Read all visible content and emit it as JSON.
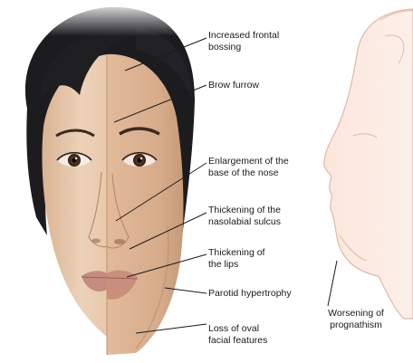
{
  "labels": [
    "Increased frontal\nbossing",
    "Brow furrow",
    "Enlargement of the\nbase of the nose",
    "Thickening of the\nnasolabial sulcus",
    "Thickening of\nthe lips",
    "Parotid hypertrophy",
    "Loss of oval\nfacial features"
  ],
  "side_label": "Worsening of\nprognathism",
  "colors": {
    "hair": "#1c1c1f",
    "skin_left": "#e6c6a8",
    "skin_right": "#dcb597",
    "profile_fill": "#fbe6dc",
    "profile_stroke": "#e3b8a6",
    "leader_line": "#1a1a1a"
  }
}
